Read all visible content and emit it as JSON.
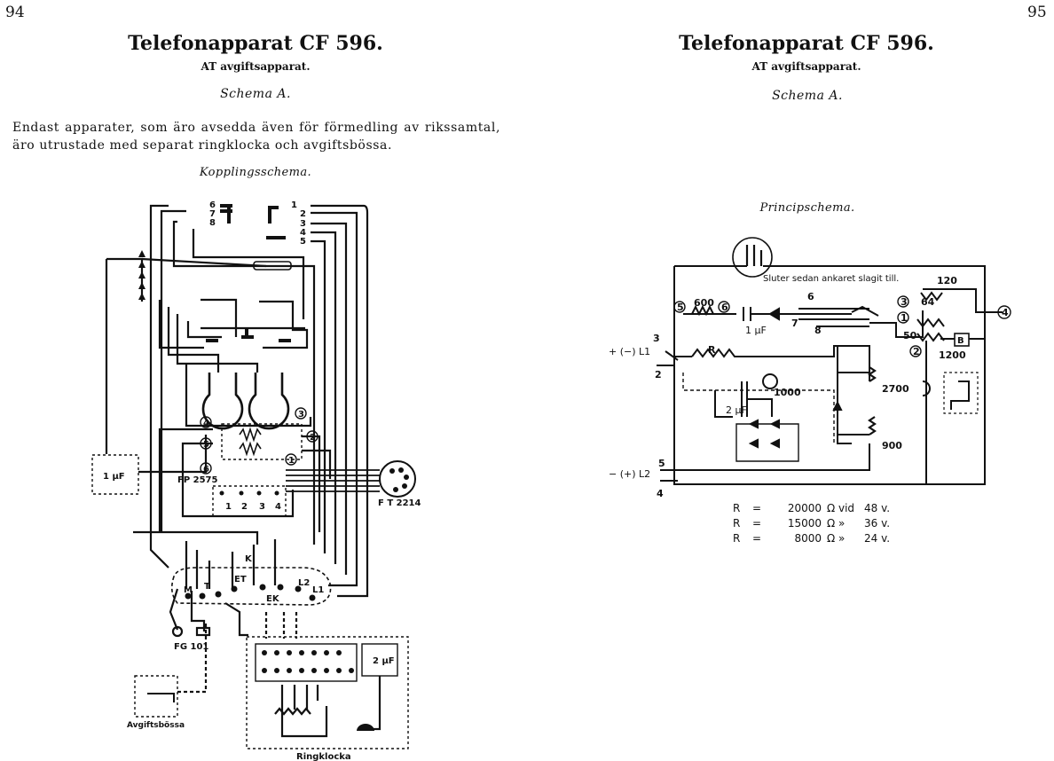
{
  "left_page": {
    "page_number": "94",
    "title": "Telefonapparat CF 596.",
    "subtitle": "AT avgiftsapparat.",
    "schema_label": "Schema A.",
    "paragraph": "Endast apparater, som äro avsedda även för förmedling av rikssamtal, äro utrustade med separat ringklocka och avgiftsbössa.",
    "diagram_caption": "Kopplingsschema.",
    "diagram_labels": {
      "switch_left": [
        "6",
        "7",
        "8"
      ],
      "switch_right": [
        "1",
        "2",
        "3",
        "4",
        "5"
      ],
      "circled_terminals": [
        "4",
        "3",
        "5",
        "2",
        "6",
        "1"
      ],
      "capacitor": "1 μF",
      "transformer": "FP 2575",
      "terminal_strip": [
        "1",
        "2",
        "3",
        "4"
      ],
      "dial": "F T 2214",
      "terminal_board": [
        "M",
        "T",
        "ET",
        "K",
        "EK",
        "L2",
        "L1"
      ],
      "generator": "FG 101",
      "capacitor_2": "2 μF",
      "coin_box": "Avgiftsbössa",
      "ringer": "Ringklocka"
    }
  },
  "right_page": {
    "page_number": "95",
    "title": "Telefonapparat CF 596.",
    "subtitle": "AT avgiftsapparat.",
    "schema_label": "Schema A.",
    "diagram_caption": "Principschema.",
    "diagram_labels": {
      "note": "Sluter sedan ankaret slagit till.",
      "resistor_600": "600",
      "circled": [
        "5",
        "6",
        "3",
        "1",
        "2",
        "4"
      ],
      "contacts": [
        "6",
        "7",
        "8"
      ],
      "cap_1": "1 μF",
      "coil_120": "120",
      "coil_64": "64",
      "coil_50": "50",
      "box_b": "B",
      "coil_1200": "1200",
      "line_L1": "+ (−) L1",
      "line_L2": "− (+) L2",
      "r_label": "R",
      "num_3": "3",
      "num_2": "2",
      "num_5": "5",
      "num_4": "4",
      "cap_2": "2 μF",
      "res_1000": "1000",
      "res_2700": "2700",
      "res_900": "900"
    },
    "resistance_table": [
      {
        "sym": "R",
        "eq": "=",
        "ohms": "20000",
        "unit": "Ω",
        "vid": "vid",
        "volt": "48 v."
      },
      {
        "sym": "R",
        "eq": "=",
        "ohms": "15000",
        "unit": "Ω",
        "vid": "»",
        "volt": "36 v."
      },
      {
        "sym": "R",
        "eq": "=",
        "ohms": "8000",
        "unit": "Ω",
        "vid": "»",
        "volt": "24 v."
      }
    ]
  }
}
